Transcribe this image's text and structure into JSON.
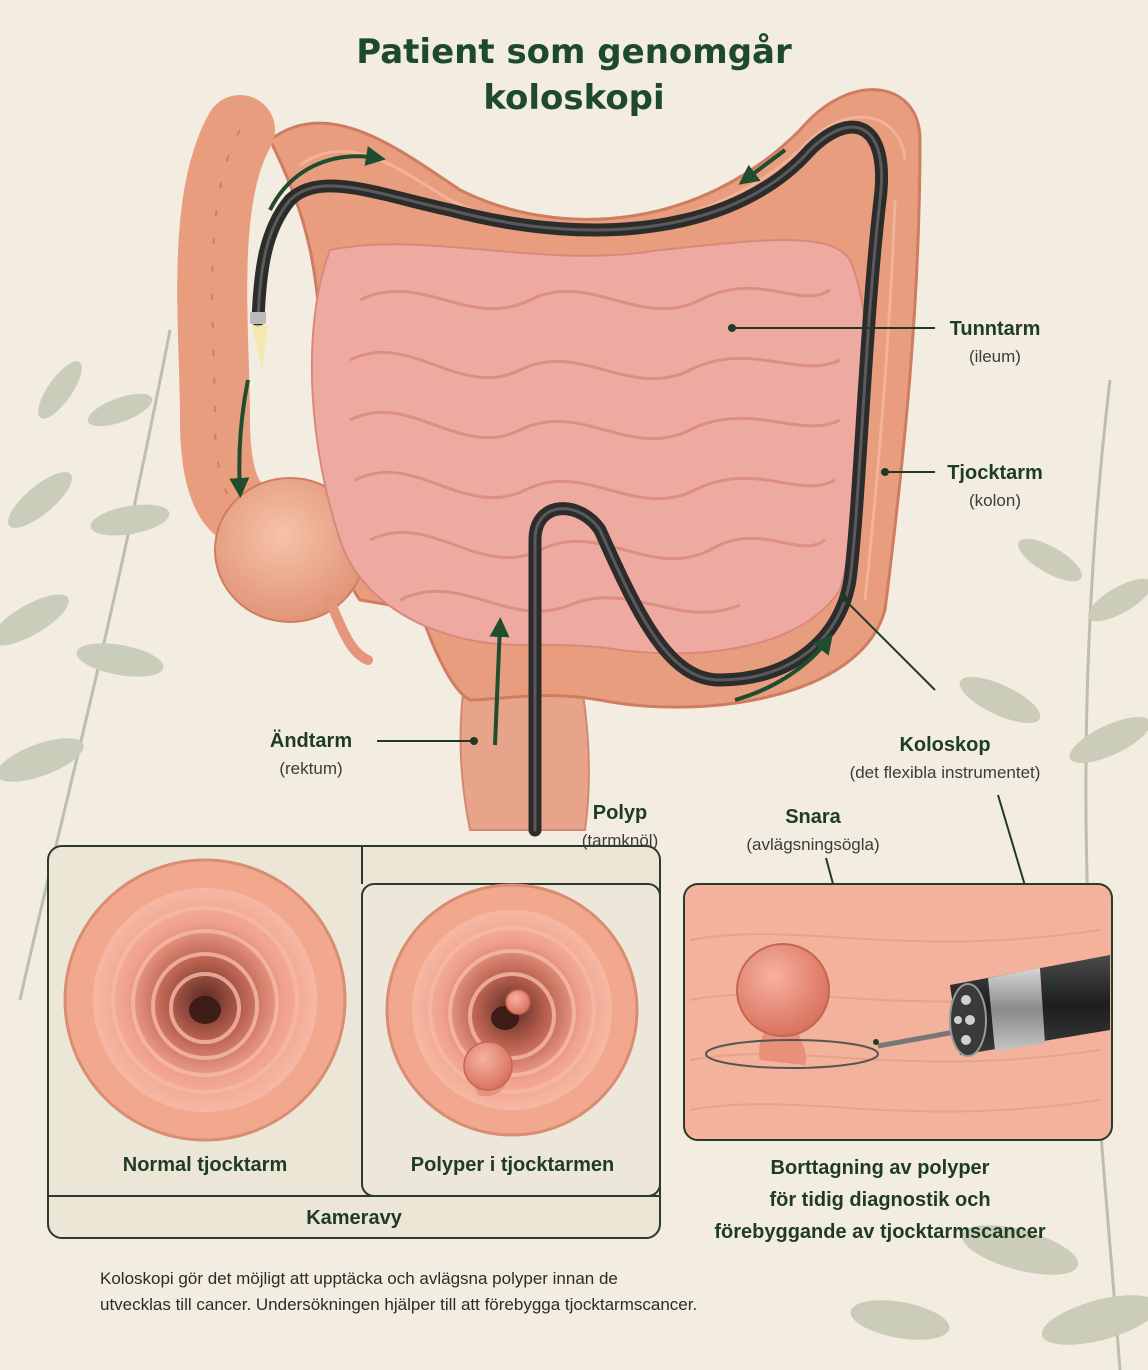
{
  "title": [
    "Patient som genomgår",
    "koloskopi"
  ],
  "labels": {
    "small_intestine": {
      "main": "Tunntarm",
      "sub": "(ileum)"
    },
    "large_intestine": {
      "main": "Tjocktarm",
      "sub": "(kolon)"
    },
    "rectum": {
      "main": "Ändtarm",
      "sub": "(rektum)"
    },
    "colonoscope": {
      "main": "Koloskop",
      "sub": "(det flexibla instrumentet)"
    },
    "polyp": {
      "main": "Polyp",
      "sub": "(tarmknöl)"
    },
    "snare": {
      "main": "Snara",
      "sub": "(avlägsningsögla)"
    }
  },
  "panels": {
    "normal": "Normal tjocktarm",
    "polyps": "Polyper i tjocktarmen",
    "camera_view": "Kameravy",
    "removal": [
      "Borttagning av polyper",
      "för tidig diagnostik och",
      "förebyggande av tjocktarmscancer"
    ]
  },
  "footnote": [
    "Koloskopi gör det möjligt att upptäcka och avlägsna polyper innan de",
    "utvecklas till cancer. Undersökningen hjälper till att förebygga tjocktarmscancer."
  ],
  "colors": {
    "background": "#f3ece0",
    "title_green": "#1d4a2c",
    "colon": "#e89d7e",
    "small_intestine": "#eeaaa0",
    "scope": "#2c2c2c",
    "arrow_green": "#1f4d2d"
  }
}
